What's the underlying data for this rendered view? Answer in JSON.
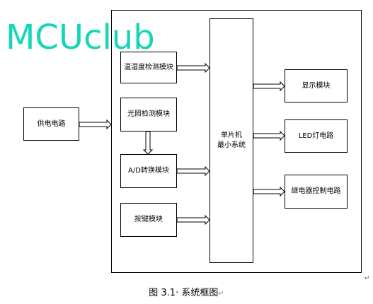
{
  "watermark": "MCUclub",
  "blocks": {
    "power": "供电电路",
    "temp_humidity": "温湿度检测模块",
    "light": "光照检测模块",
    "adc": "A/D转换模块",
    "keys": "按键模块",
    "mcu_line1": "单片机",
    "mcu_line2": "最小系统",
    "display": "显示模块",
    "led": "LED灯电路",
    "relay": "继电器控制电路"
  },
  "caption": {
    "text": "图 3.1· 系统框图",
    "para_mark": "↵"
  },
  "edge_mark": "↵",
  "colors": {
    "watermark": "#17d6b8",
    "stroke": "#000000",
    "background": "#ffffff"
  }
}
